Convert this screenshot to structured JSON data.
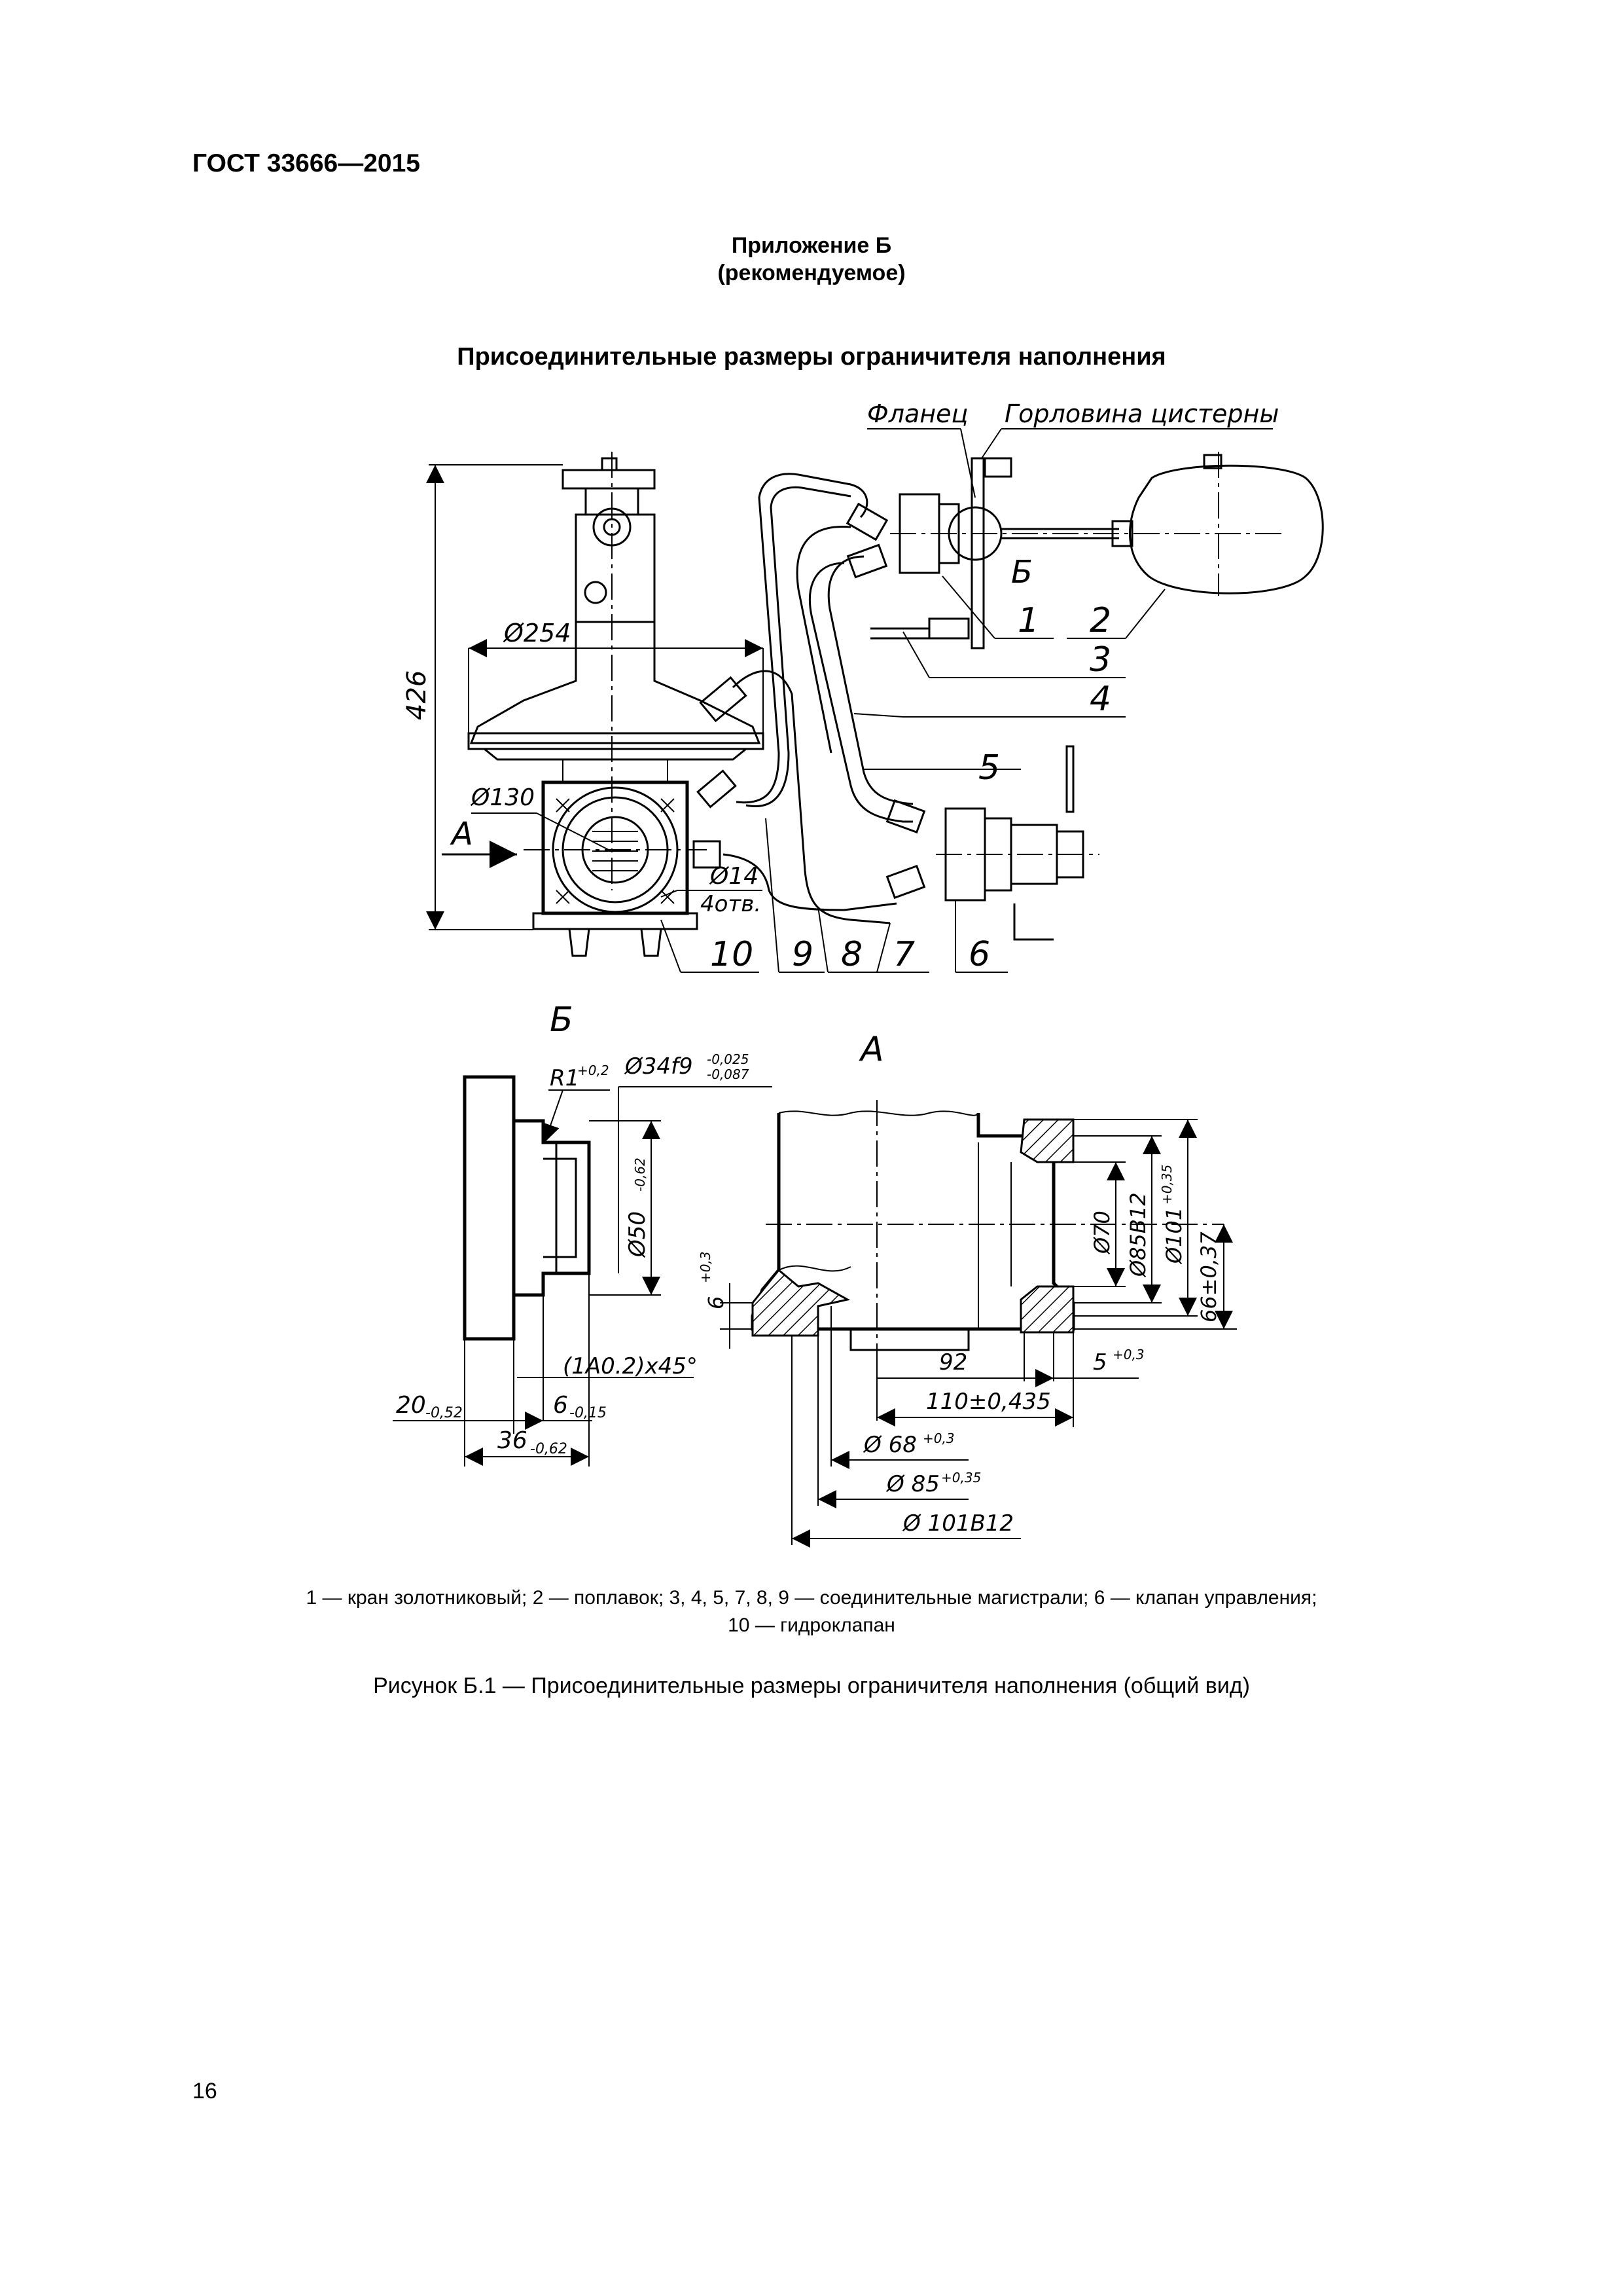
{
  "header": {
    "standard": "ГОСТ 33666—2015"
  },
  "appendix": {
    "title": "Приложение Б",
    "kind": "(рекомендуемое)"
  },
  "section_title": "Присоединительные размеры ограничителя наполнения",
  "figure": {
    "top_labels": {
      "flange": "Фланец",
      "neck": "Горловина цистерны"
    },
    "overall": {
      "height": "426",
      "d254": "Ø254",
      "d130": "Ø130",
      "d14": "Ø14",
      "holes": "4отв.",
      "view_a_arrow": "А",
      "callout_b": "Б"
    },
    "callouts": [
      "1",
      "2",
      "3",
      "4",
      "5",
      "6",
      "7",
      "8",
      "9",
      "10"
    ],
    "detail_b": {
      "label": "Б",
      "r1": "R1",
      "r1_tol": "+0,2",
      "d34": "Ø34f9",
      "d34_tol_up": "-0,025",
      "d34_tol_low": "-0,087",
      "d50": "Ø50",
      "d50_tol": "-0,62",
      "chamfer": "(1А0.2)x45°",
      "dim_20": "20",
      "dim_20_tol": "-0,52",
      "dim_6": "6",
      "dim_6_tol": "-0,15",
      "dim_36": "36",
      "dim_36_tol": "-0,62"
    },
    "view_a": {
      "label": "А",
      "d70": "Ø70",
      "d85b12": "Ø85В12",
      "d101": "Ø101",
      "d101_tol": "+0,35",
      "h66": "66±0,37",
      "h6": "6",
      "h6_tol": "+0,3",
      "dim_92": "92",
      "dim_5": "5",
      "dim_5_tol": "+0,3",
      "dim_110": "110±0,435",
      "d68": "Ø 68",
      "d68_tol": "+0,3",
      "d85": "Ø 85",
      "d85_tol": "+0,35",
      "d101b12": "Ø 101В12"
    }
  },
  "legend": {
    "line1": "1 — кран золотниковый; 2 — поплавок; 3, 4, 5, 7, 8, 9 — соединительные магистрали; 6 — клапан управления;",
    "line2": "10 — гидроклапан"
  },
  "caption": "Рисунок Б.1 — Присоединительные размеры ограничителя наполнения (общий вид)",
  "page_number": "16"
}
